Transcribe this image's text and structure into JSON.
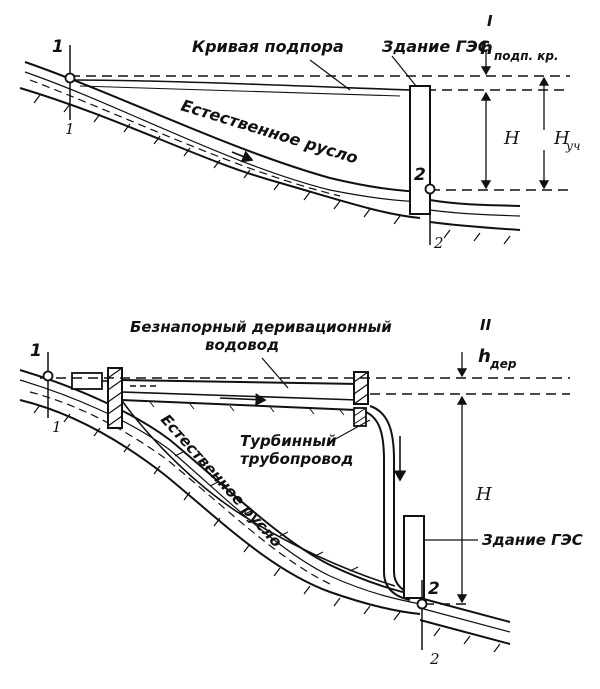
{
  "diagram_I": {
    "roman": "I",
    "point_1": "1",
    "point_1_low": "1",
    "point_2": "2",
    "point_2_low": "2",
    "backwater_curve": "Кривая подпора",
    "hpp_building": "Здание ГЭС",
    "natural_channel": "Естественное русло",
    "h_sym": "h",
    "h_sub": "подп. кр.",
    "H": "H",
    "H_uch_main": "H",
    "H_uch_sub": "уч"
  },
  "diagram_II": {
    "roman": "II",
    "point_1": "1",
    "point_1_low": "1",
    "point_2": "2",
    "point_2_low": "2",
    "canal_line1": "Безнапорный деривационный",
    "canal_line2": "водовод",
    "turbine_line1": "Турбинный",
    "turbine_line2": "трубопровод",
    "natural_channel": "Естественное русло",
    "hpp_building": "Здание ГЭС",
    "h_sym": "h",
    "h_sub": "дер",
    "H": "H"
  },
  "colors": {
    "ink": "#111111",
    "paper": "#ffffff"
  }
}
